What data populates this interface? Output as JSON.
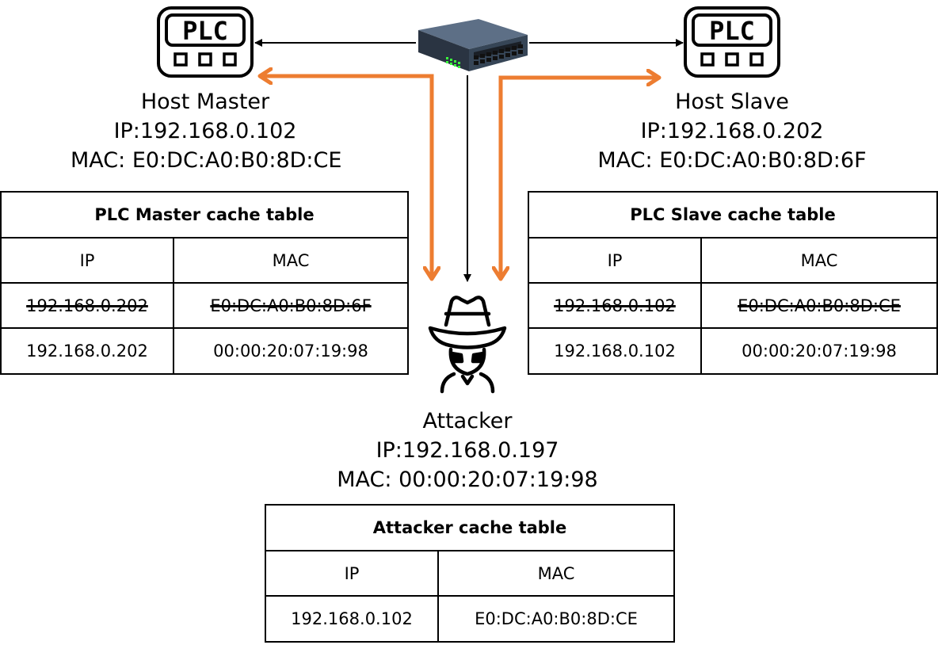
{
  "nodes": {
    "master": {
      "name": "Host Master",
      "ip": "IP:192.168.0.102",
      "mac": "MAC: E0:DC:A0:B0:8D:CE",
      "device_label": "PLC",
      "icon": "plc-icon"
    },
    "slave": {
      "name": "Host Slave",
      "ip": "IP:192.168.0.202",
      "mac": "MAC: E0:DC:A0:B0:8D:6F",
      "device_label": "PLC",
      "icon": "plc-icon"
    },
    "attacker": {
      "name": "Attacker",
      "ip": "IP:192.168.0.197",
      "mac": "MAC: 00:00:20:07:19:98",
      "icon": "spy-icon"
    },
    "switch": {
      "icon": "network-switch-icon"
    }
  },
  "tables": {
    "master": {
      "title": "PLC Master cache table",
      "headers": [
        "IP",
        "MAC"
      ],
      "rows": [
        {
          "ip": "192.168.0.202",
          "mac": "E0:DC:A0:B0:8D:6F",
          "struck": true
        },
        {
          "ip": "192.168.0.202",
          "mac": "00:00:20:07:19:98",
          "struck": false
        }
      ]
    },
    "slave": {
      "title": "PLC Slave cache table",
      "headers": [
        "IP",
        "MAC"
      ],
      "rows": [
        {
          "ip": "192.168.0.102",
          "mac": "E0:DC:A0:B0:8D:CE",
          "struck": true
        },
        {
          "ip": "192.168.0.102",
          "mac": "00:00:20:07:19:98",
          "struck": false
        }
      ]
    },
    "attacker": {
      "title": "Attacker cache table",
      "headers": [
        "IP",
        "MAC"
      ],
      "rows": [
        {
          "ip": "192.168.0.102",
          "mac": "E0:DC:A0:B0:8D:CE",
          "struck": false
        }
      ]
    }
  },
  "colors": {
    "spoof_arrow": "#ED7D31",
    "link_arrow": "#000000"
  }
}
